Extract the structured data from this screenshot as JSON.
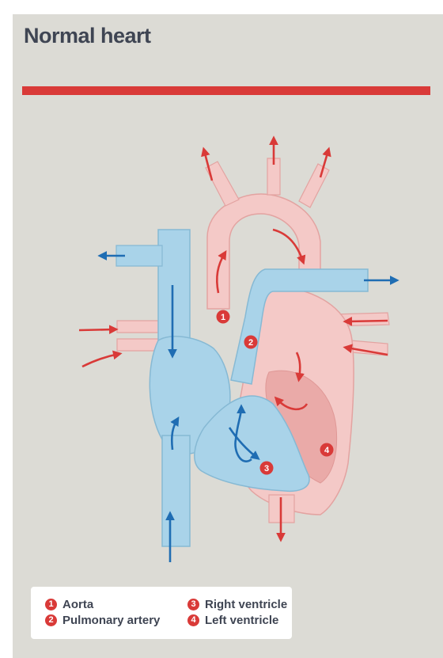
{
  "title": "Normal heart",
  "colors": {
    "background": "#dcdbd5",
    "accent": "#d93a38",
    "oxygenated": "#f4c9c7",
    "deoxygenated": "#a9d3e9",
    "arrow_red": "#d93a38",
    "arrow_blue": "#1f6db3"
  },
  "markers": [
    {
      "number": "1",
      "name": "Aorta"
    },
    {
      "number": "2",
      "name": "Pulmonary artery"
    },
    {
      "number": "3",
      "name": "Right ventricle"
    },
    {
      "number": "4",
      "name": "Left ventricle"
    }
  ],
  "legend": [
    {
      "number": "1",
      "label": "Aorta"
    },
    {
      "number": "2",
      "label": "Pulmonary artery"
    },
    {
      "number": "3",
      "label": "Right ventricle"
    },
    {
      "number": "4",
      "label": "Left ventricle"
    }
  ]
}
